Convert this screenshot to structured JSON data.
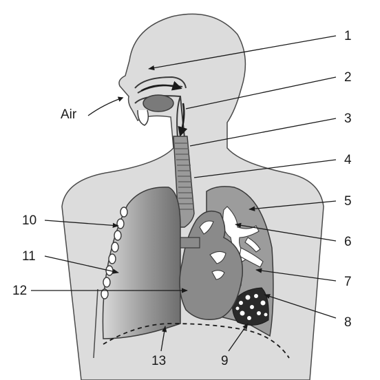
{
  "diagram": {
    "air_label": "Air",
    "labels": [
      "1",
      "2",
      "3",
      "4",
      "5",
      "6",
      "7",
      "8",
      "9",
      "10",
      "11",
      "12",
      "13"
    ],
    "colors": {
      "body": "#dcdcdc",
      "outline": "#4a4a4a",
      "lung": "#8c8c8c",
      "heart": "#8a8a8a",
      "trachea": "#9a9a9a",
      "bronchi": "#ffffff",
      "leader": "#1a1a1a"
    }
  }
}
